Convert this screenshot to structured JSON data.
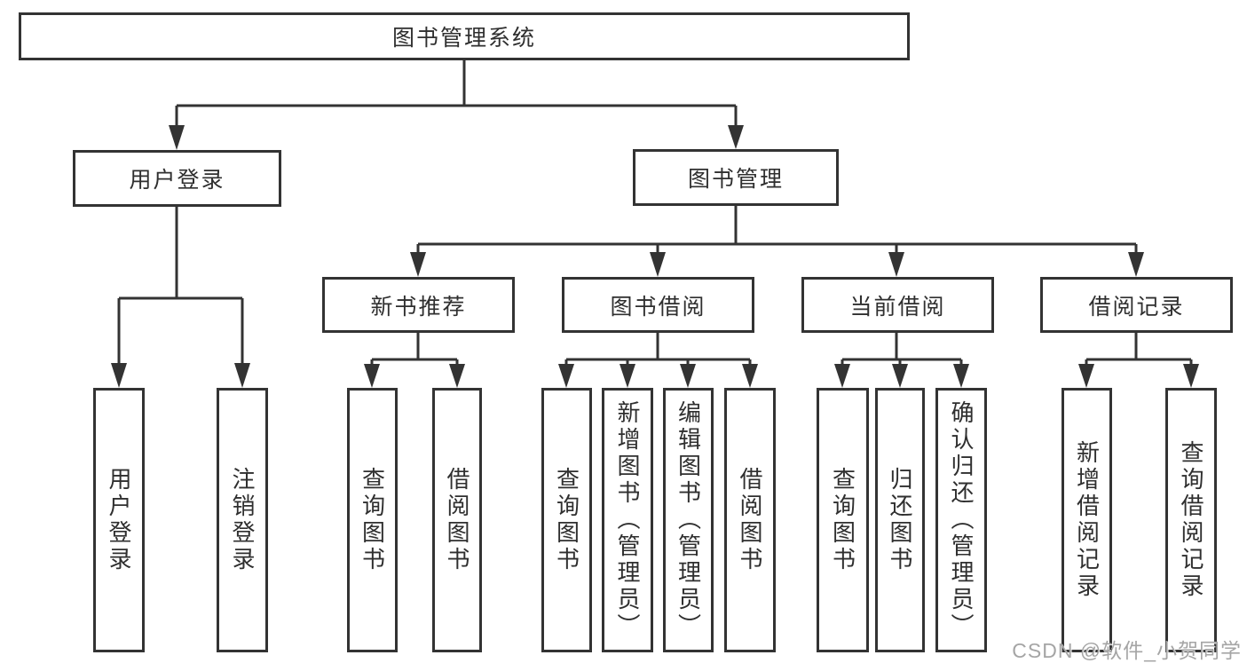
{
  "diagram": {
    "tree": {
      "label": "图书管理系统",
      "children": [
        {
          "label": "用户登录",
          "children": [
            {
              "label": "用户登录"
            },
            {
              "label": "注销登录"
            }
          ]
        },
        {
          "label": "图书管理",
          "children": [
            {
              "label": "新书推荐",
              "children": [
                {
                  "label": "查询图书"
                },
                {
                  "label": "借阅图书"
                }
              ]
            },
            {
              "label": "图书借阅",
              "children": [
                {
                  "label": "查询图书"
                },
                {
                  "label": "新增图书（管理员）"
                },
                {
                  "label": "编辑图书（管理员）"
                },
                {
                  "label": "借阅图书"
                }
              ]
            },
            {
              "label": "当前借阅",
              "children": [
                {
                  "label": "查询图书"
                },
                {
                  "label": "归还图书"
                },
                {
                  "label": "确认归还（管理员）"
                }
              ]
            },
            {
              "label": "借阅记录",
              "children": [
                {
                  "label": "新增借阅记录"
                },
                {
                  "label": "查询借阅记录"
                }
              ]
            }
          ]
        }
      ]
    },
    "line_color": "#333333",
    "box_background": "#ffffff"
  },
  "watermark": "CSDN @软件_小贺同学"
}
